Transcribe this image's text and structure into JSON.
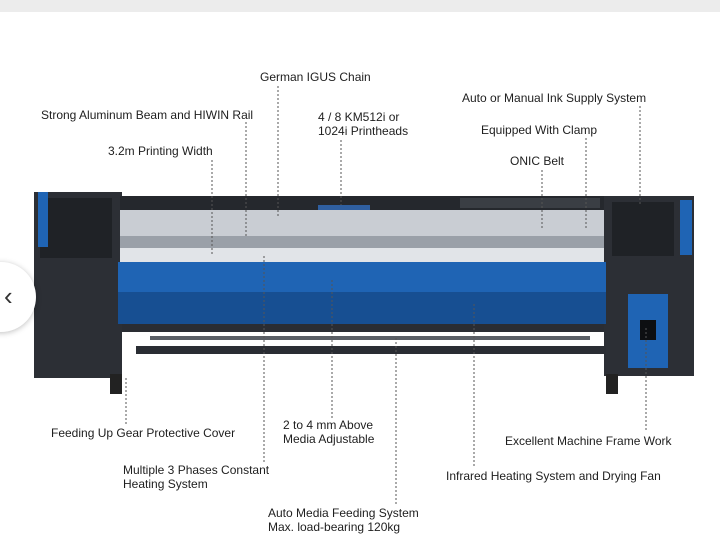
{
  "labels": {
    "igus_chain": "German IGUS Chain",
    "beam_rail": "Strong Aluminum Beam and HIWIN Rail",
    "printheads_1": "4 / 8 KM512i or",
    "printheads_2": "1024i Printheads",
    "ink_supply": "Auto or Manual Ink Supply System",
    "clamp": "Equipped With Clamp",
    "width": "3.2m Printing Width",
    "belt": "ONIC Belt",
    "gear_cover": "Feeding Up Gear Protective Cover",
    "media_adjust_1": "2 to 4 mm Above",
    "media_adjust_2": "Media Adjustable",
    "frame": "Excellent Machine Frame Work",
    "heating_1": "Multiple 3 Phases Constant",
    "heating_2": "Heating System",
    "infrared": "Infrared Heating System and Drying Fan",
    "feeding_1": "Auto Media Feeding System",
    "feeding_2": "Max. load-bearing 120kg"
  },
  "colors": {
    "machine_blue": "#1f64b4",
    "machine_dark": "#2a2d33",
    "rail_grey": "#c9cdd3"
  },
  "nav": {
    "back_icon": "chevron-left-icon"
  }
}
